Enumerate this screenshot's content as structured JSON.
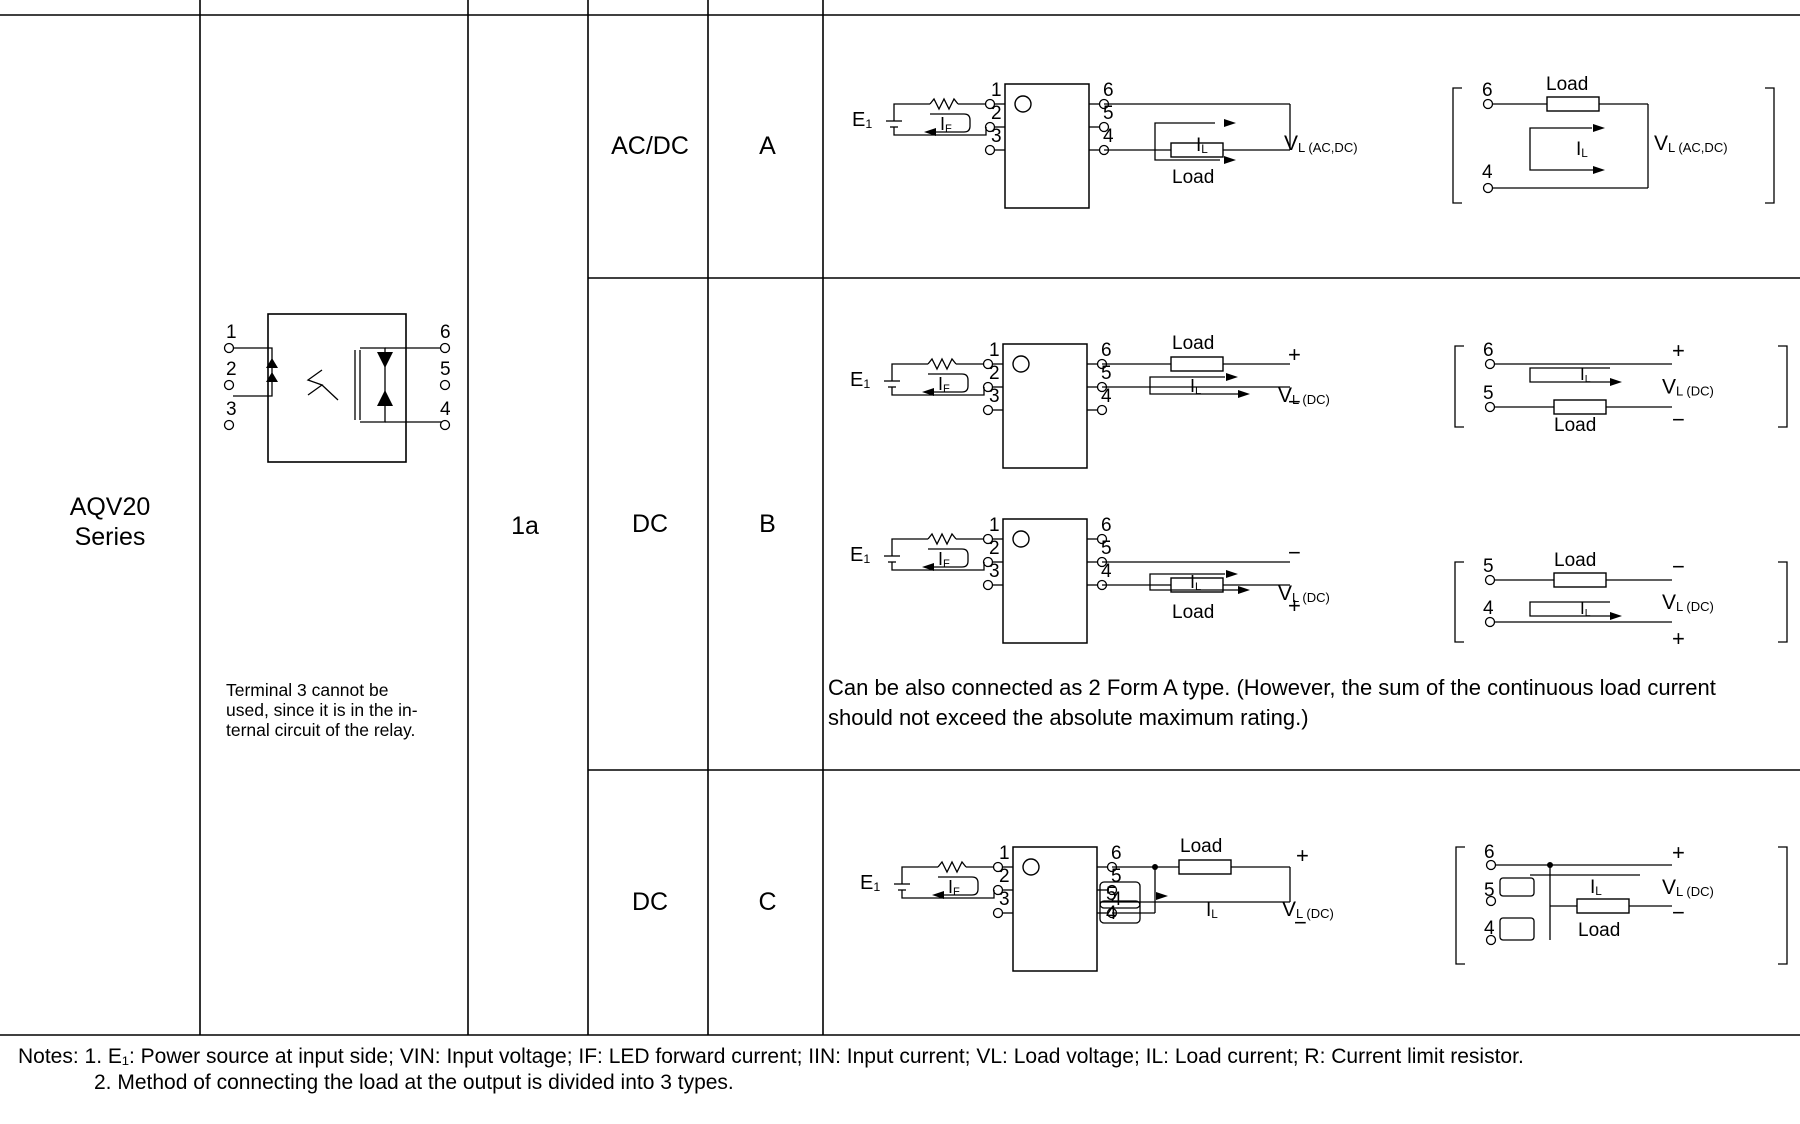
{
  "table": {
    "series": "AQV20\nSeries",
    "form": "1a",
    "terminal_note": "Terminal 3 cannot be\nused, since it is in the in-\nternal circuit of the relay.",
    "rows": [
      {
        "load_type": "AC/DC",
        "connection": "A"
      },
      {
        "load_type": "DC",
        "connection": "B"
      },
      {
        "load_type": "DC",
        "connection": "C"
      }
    ],
    "form_a_note": "Can be also connected as 2 Form A type. (However, the sum of the continuous load current\nshould not exceed the absolute maximum rating.)"
  },
  "labels": {
    "e1": "E",
    "e1_sub": "1",
    "i": "I",
    "f_sub": "F",
    "l_sub": "L",
    "v": "V",
    "load": "Load",
    "ac_dc": " (AC,DC)",
    "dc": " (DC)",
    "plus": "+",
    "minus": "−",
    "pins": [
      "1",
      "2",
      "3",
      "4",
      "5",
      "6"
    ]
  },
  "notes": {
    "line1": "Notes: 1. E₁: Power source at input side; VIN: Input voltage; IF: LED forward current; IIN: Input current; VL: Load voltage; IL: Load current; R: Current limit resistor.",
    "line2": "2. Method of connecting the load at the output is divided into 3 types."
  }
}
